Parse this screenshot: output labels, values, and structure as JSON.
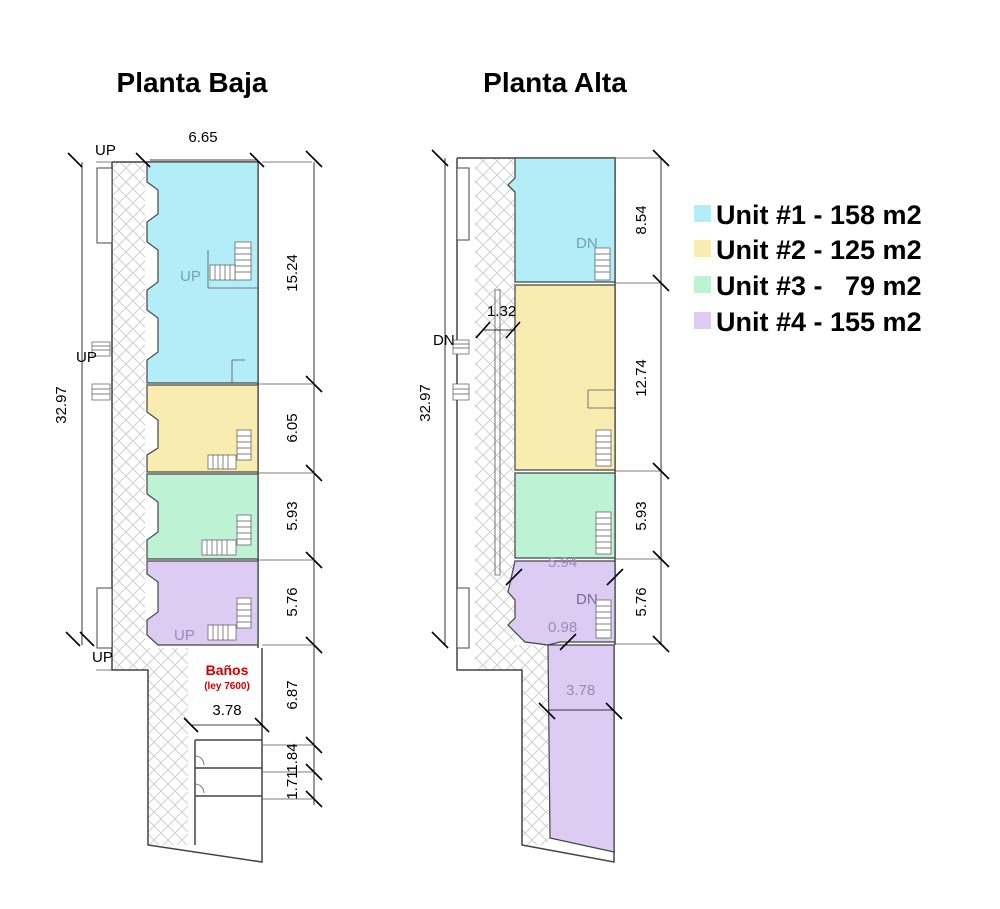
{
  "titles": {
    "ground": "Planta Baja",
    "upper": "Planta Alta"
  },
  "colors": {
    "unit1": "#b3eef8",
    "unit2": "#f8ecb0",
    "unit3": "#bdf2d5",
    "unit4": "#dcccf4",
    "banos_text": "#cc0000",
    "hatch": "#c8c8c8"
  },
  "legend": [
    {
      "label": "Unit #1 - 158 m2",
      "color": "#b3eef8"
    },
    {
      "label": "Unit #2 - 125 m2",
      "color": "#f8ecb0"
    },
    {
      "label": "Unit #3 -   79 m2",
      "color": "#bdf2d5"
    },
    {
      "label": "Unit #4 - 155 m2",
      "color": "#dcccf4"
    }
  ],
  "ground": {
    "width": "6.65",
    "total_length": "32.97",
    "segments": [
      "15.24",
      "6.05",
      "5.93",
      "5.76",
      "6.87",
      "1.84",
      "1.71"
    ],
    "banos_width": "3.78",
    "banos_title": "Baños",
    "banos_note": "(ley 7600)",
    "labels": {
      "up_top": "UP",
      "up_mid": "UP",
      "up_bottom": "UP",
      "unit1_stair": "UP",
      "unit4_stair": "UP"
    }
  },
  "upper": {
    "total_length": "32.97",
    "segments": [
      "8.54",
      "12.74",
      "5.93",
      "5.76"
    ],
    "inner_width": "1.32",
    "unit4_width": "5.94",
    "unit4_gap": "0.98",
    "unit4_rear_width": "3.78",
    "labels": {
      "dn_left": "DN",
      "dn_unit1": "DN",
      "dn_unit4": "DN"
    }
  }
}
